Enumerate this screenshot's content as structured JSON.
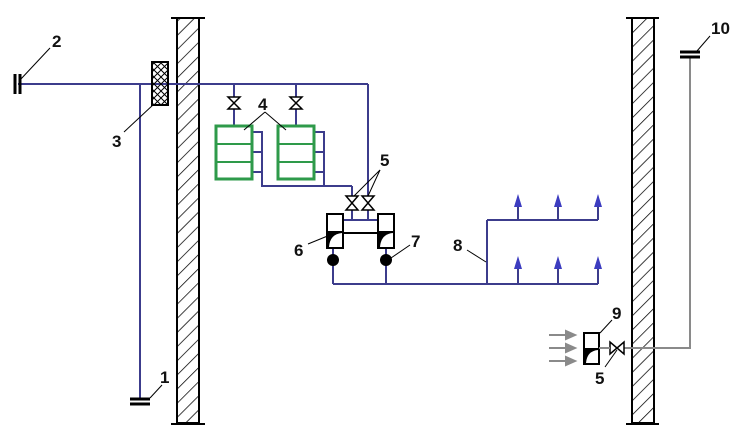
{
  "diagram": {
    "title": "",
    "description": "Heating / water supply schematic with numbered components",
    "colors": {
      "supply_pipe": "#3c3c8c",
      "return_pipe": "#8a8a8a",
      "radiator": "#2e9a4a",
      "outlet_arrow": "#3c3cc0",
      "walls": "#000000"
    },
    "labels": {
      "n1": "1",
      "n2": "2",
      "n3": "3",
      "n4": "4",
      "n5a": "5",
      "n5b": "5",
      "n6": "6",
      "n7": "7",
      "n8": "8",
      "n9": "9",
      "n10": "10"
    },
    "components": [
      {
        "id": "1",
        "name": "pipe-end-cap-bottom"
      },
      {
        "id": "2",
        "name": "pipe-end-cap-inlet"
      },
      {
        "id": "3",
        "name": "filter-mesh"
      },
      {
        "id": "4",
        "name": "radiators"
      },
      {
        "id": "5",
        "name": "shutoff-valves"
      },
      {
        "id": "6",
        "name": "regulator"
      },
      {
        "id": "7",
        "name": "pump-node"
      },
      {
        "id": "8",
        "name": "distribution-manifold"
      },
      {
        "id": "9",
        "name": "air-heater-unit"
      },
      {
        "id": "10",
        "name": "pipe-end-cap-return"
      }
    ]
  }
}
